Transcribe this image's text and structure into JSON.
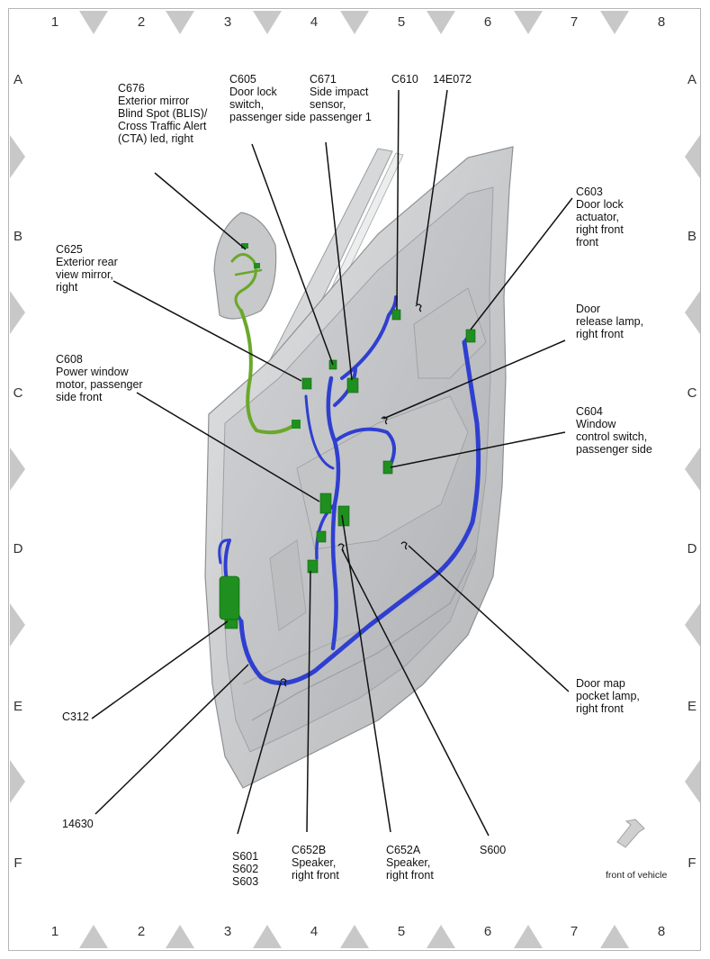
{
  "grid": {
    "columns": [
      "1",
      "2",
      "3",
      "4",
      "5",
      "6",
      "7",
      "8"
    ],
    "rows": [
      "A",
      "B",
      "C",
      "D",
      "E",
      "F"
    ]
  },
  "callouts": {
    "c676": "C676\nExterior mirror\nBlind Spot (BLIS)/\nCross Traffic Alert\n(CTA) led, right",
    "c605": "C605\nDoor lock\nswitch,\npassenger side",
    "c671": "C671\nSide impact\nsensor,\npassenger 1",
    "c610": "C610",
    "n14e072": "14E072",
    "c603": "C603\nDoor lock\nactuator,\nright front\nfront",
    "c625": "C625\nExterior rear\nview mirror,\nright",
    "door_release": "Door\nrelease lamp,\nright front",
    "c608": "C608\nPower window\nmotor, passenger\nside front",
    "c604": "C604\nWindow\ncontrol switch,\npassenger side",
    "door_map": "Door map\npocket lamp,\nright front",
    "c312": "C312",
    "n14630": "14630",
    "s601": "S601\nS602\nS603",
    "c652b": "C652B\nSpeaker,\nright front",
    "c652a": "C652A\nSpeaker,\nright front",
    "s600": "S600"
  },
  "front_of_vehicle": "front of vehicle",
  "colors": {
    "harness_blue": "#2f3fd0",
    "harness_green": "#6aa82a",
    "connector_green": "#1f8f1f",
    "door_panel": "#cfd1d3"
  }
}
